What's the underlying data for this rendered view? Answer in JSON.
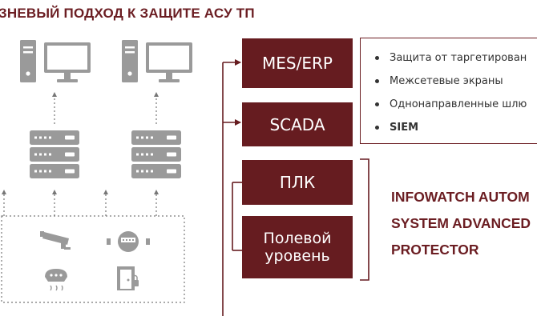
{
  "title": "ЗНЕВЫЙ ПОДХОД К ЗАЩИТЕ АСУ ТП",
  "levels": {
    "mes": "MES/ERP",
    "scada": "SCADA",
    "plc": "ПЛК",
    "field": "Полевой\nуровень"
  },
  "features": [
    "Защита от таргетирован",
    "Межсетевые экраны",
    "Однонаправленные шлю",
    "SIEM"
  ],
  "product": {
    "line1": "INFOWATCH AUTOM",
    "line2": "SYSTEM ADVANCED",
    "line3": "PROTECTOR"
  },
  "colors": {
    "brand": "#661c20",
    "text": "#333333",
    "icon": "#9a9a9a"
  },
  "icons": [
    "workstation-icon",
    "server-icon",
    "camera-icon",
    "meter-icon",
    "sensor-icon",
    "door-lock-icon"
  ]
}
